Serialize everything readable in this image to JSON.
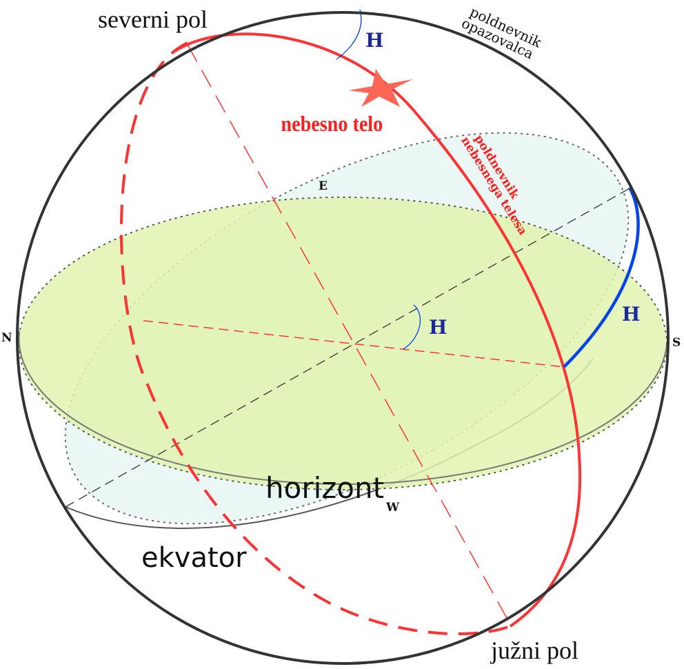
{
  "labels": {
    "north_pole": "severni pol",
    "south_pole": "južni pol",
    "observer_meridian_line1": "poldnevnik",
    "observer_meridian_line2": "opazovalca",
    "celestial_body": "nebesno telo",
    "body_meridian_line1": "poldnevnik",
    "body_meridian_line2": "nebesnega telesa",
    "horizon": "horizont",
    "equator": "ekvator",
    "hour_angle_top": "H",
    "hour_angle_center": "H",
    "hour_angle_right": "H",
    "north": "N",
    "south": "S",
    "east": "E",
    "west": "W"
  },
  "colors": {
    "sphere_outline": "#333333",
    "meridian_red": "#ff3333",
    "hour_angle_blue": "#0044ee",
    "hour_angle_text": "#1a2a9a",
    "horizon_fill": "#e4f4b8",
    "equator_fill": "#e6f6f2",
    "star": "#ff6655"
  }
}
